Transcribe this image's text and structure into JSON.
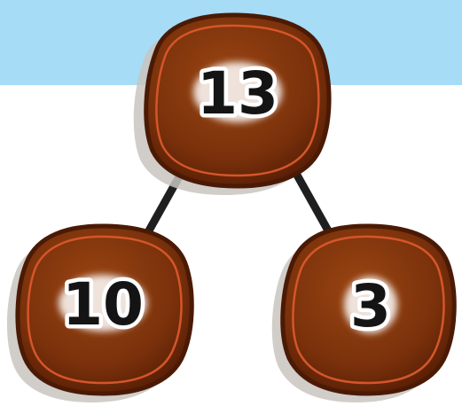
{
  "scene": {
    "sky_color": "#a6dcf5",
    "background_color": "#ffffff",
    "link_color": "#1f1f1f",
    "node_fill": "#7a310b",
    "node_rim": "#5a1f06",
    "node_border": "#d4562a",
    "shadow_color": "#c9c4c0"
  },
  "number_bond": {
    "whole": "13",
    "part_left": "10",
    "part_right": "3"
  }
}
